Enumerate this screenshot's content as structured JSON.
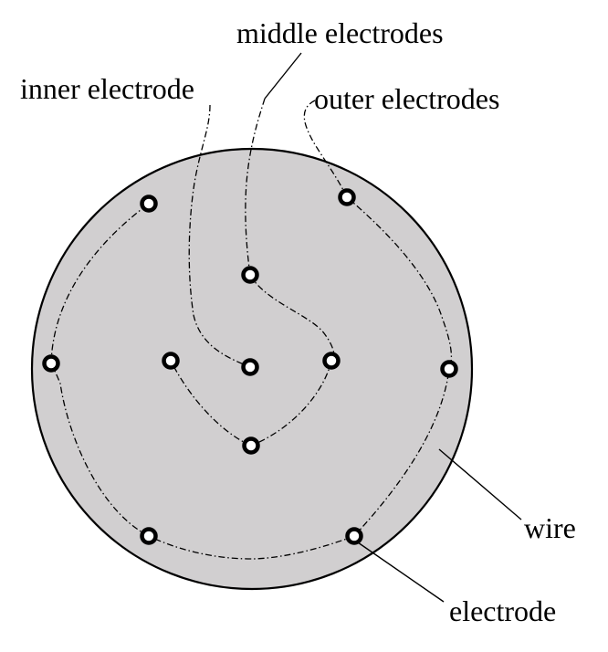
{
  "diagram": {
    "labels": {
      "middle_electrodes": "middle electrodes",
      "inner_electrode": "inner electrode",
      "outer_electrodes": "outer electrodes",
      "wire": "wire",
      "electrode": "electrode"
    },
    "colors": {
      "disc_fill": "#d1cfd0",
      "disc_stroke": "#000000",
      "electrode_fill": "#ffffff",
      "line": "#000000"
    }
  }
}
